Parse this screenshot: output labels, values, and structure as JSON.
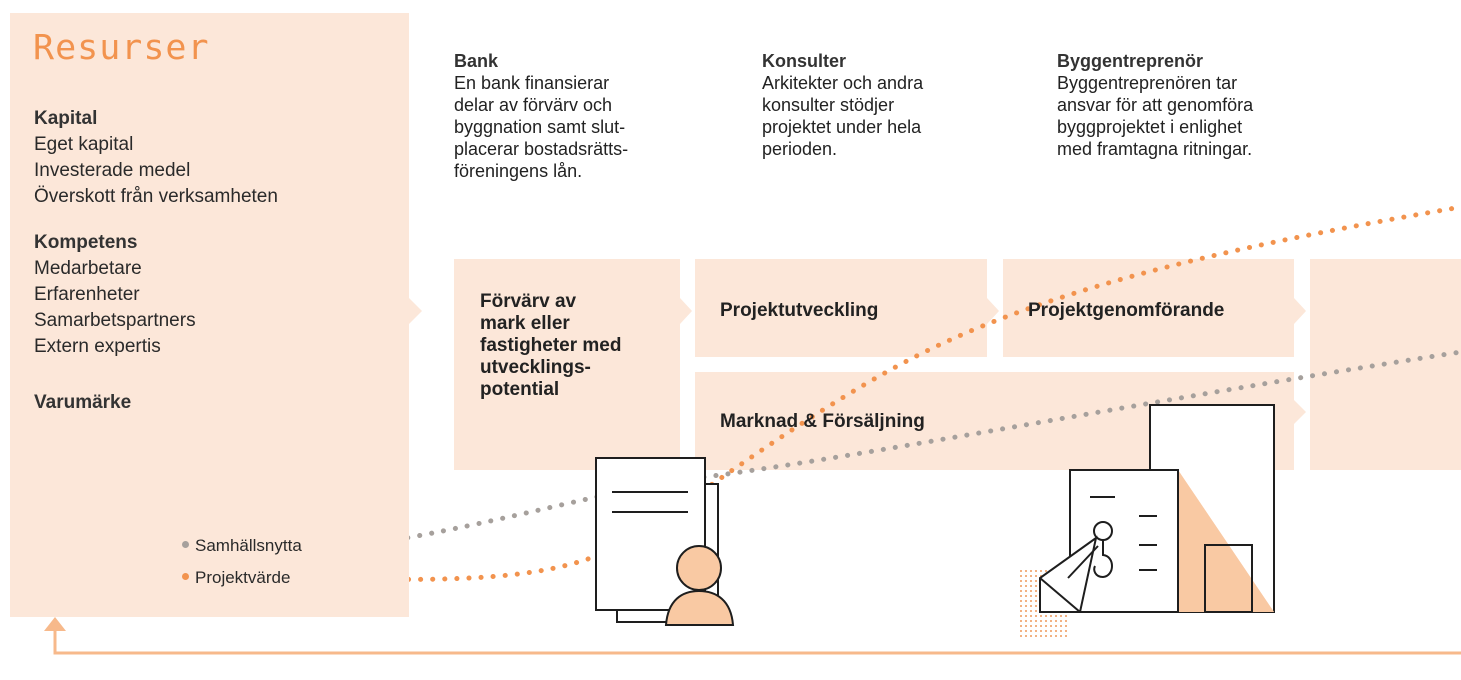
{
  "resources": {
    "title": "Resurser",
    "groups": [
      {
        "heading": "Kapital",
        "items": [
          "Eget kapital",
          "Investerade medel",
          "Överskott från verksamheten"
        ]
      },
      {
        "heading": "Kompetens",
        "items": [
          "Medarbetare",
          "Erfarenheter",
          "Samarbetspartners",
          "Extern expertis"
        ]
      },
      {
        "heading": "Varumärke",
        "items": []
      }
    ]
  },
  "legend": {
    "societal": {
      "label": "Samhällsnytta",
      "color": "#a6a09c"
    },
    "project": {
      "label": "Projektvärde",
      "color": "#f2934e"
    }
  },
  "actors": [
    {
      "heading": "Bank",
      "text": "En bank finansierar\ndelar av förvärv och\nbyggnation samt slut-\nplacerar bostadsrätts-\nföreningens lån."
    },
    {
      "heading": "Konsulter",
      "text": "Arkitekter och andra\nkonsulter stödjer\nprojektet under hela\nperioden."
    },
    {
      "heading": "Byggentreprenör",
      "text": "Byggentreprenören tar\nansvar för att genomföra\nbyggprojektet i enlighet\nmed framtagna ritningar."
    }
  ],
  "steps": {
    "acquisition": "Förvärv av\nmark eller\nfastigheter med\nutvecklings-\npotential",
    "development": "Projektutveckling",
    "execution": "Projektgenomförande",
    "marketing": "Marknad & Försäljning"
  },
  "colors": {
    "panel": "#fce7d9",
    "accent": "#f2934e",
    "grey_dots": "#a6a09c",
    "ink": "#1e1e1e"
  },
  "icons": [
    "document-person-icon",
    "building-crane-icon",
    "feedback-arrow-icon"
  ]
}
